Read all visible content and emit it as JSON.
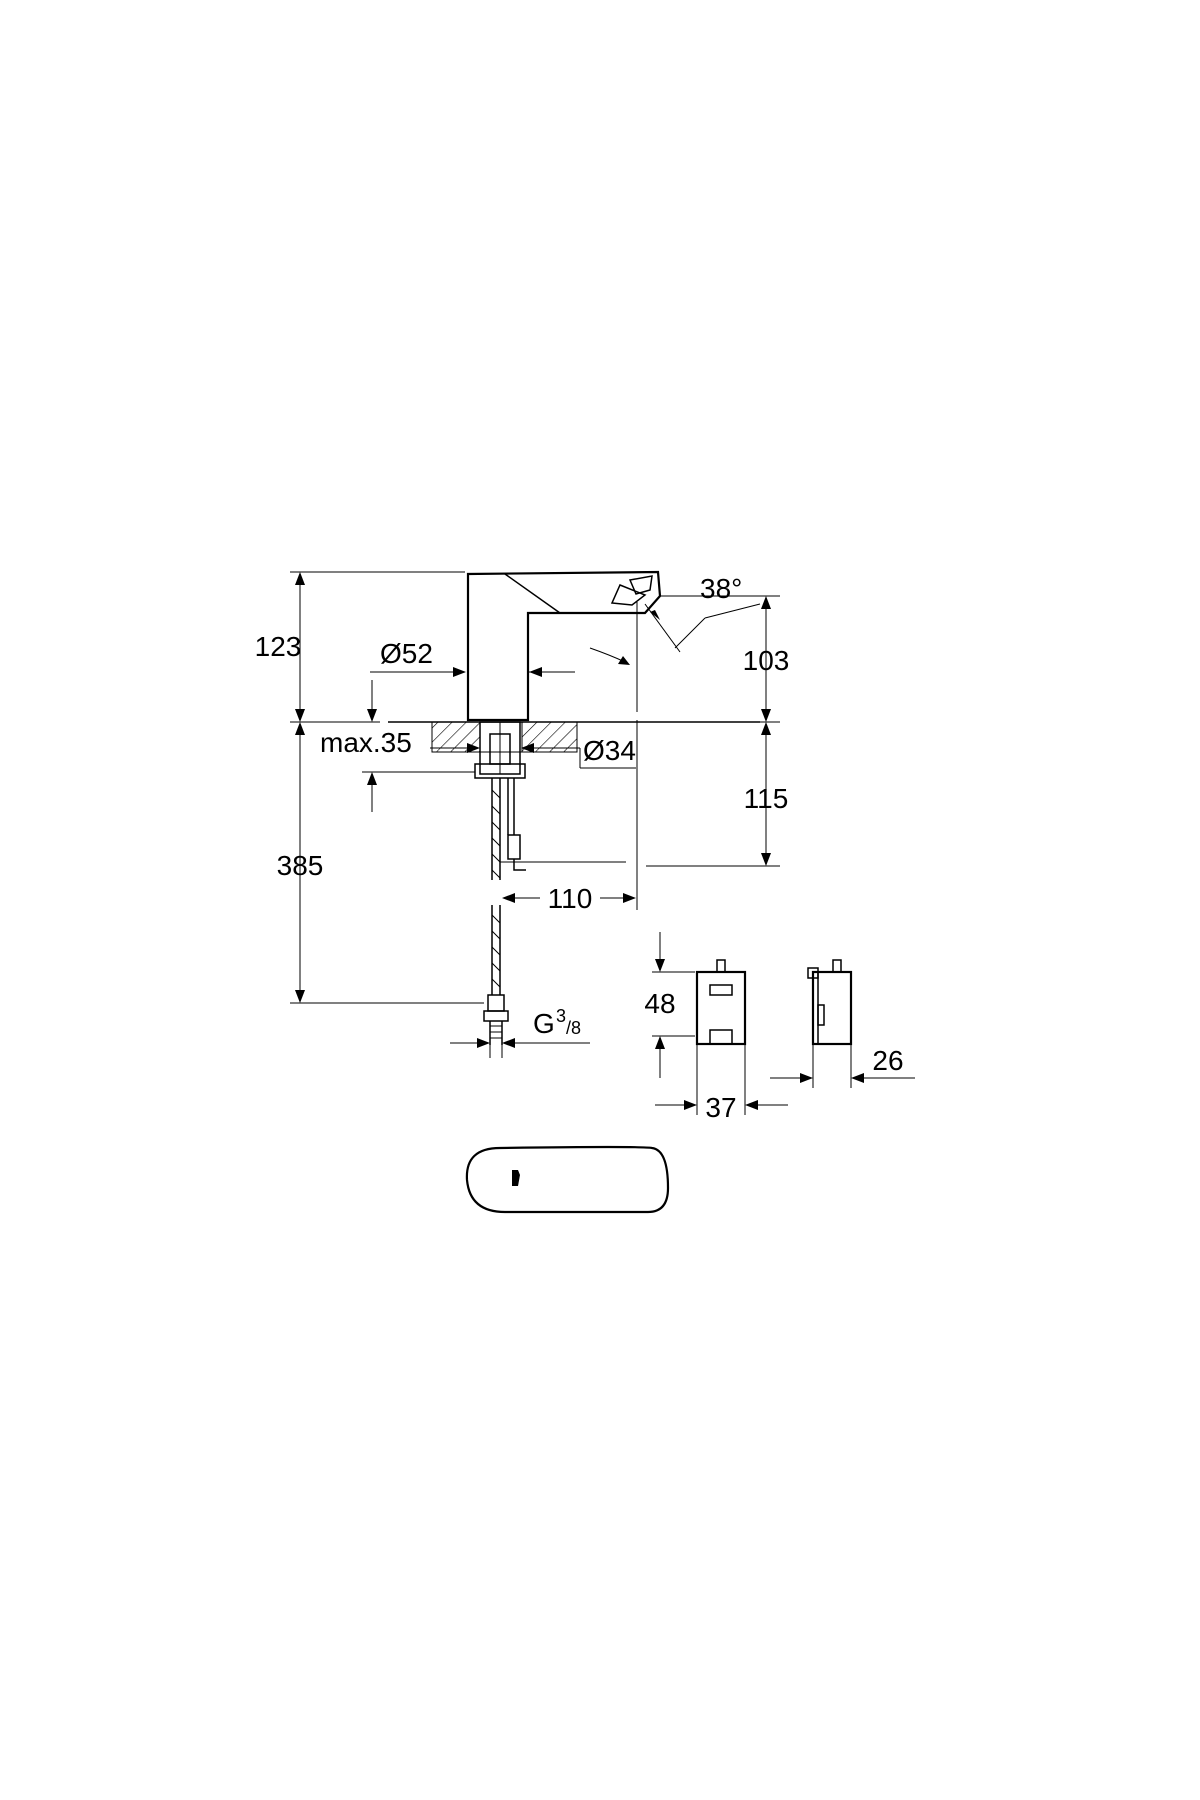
{
  "drawing": {
    "dimensions": {
      "height_total_top": "123",
      "body_diameter": "Ø52",
      "spout_angle": "38°",
      "spout_height": "103",
      "max_deck_thickness": "max.35",
      "hole_diameter": "Ø34",
      "below_deck_115": "115",
      "total_385": "385",
      "projection_110": "110",
      "thread_g": "G",
      "thread_sup": "3",
      "thread_sub": "/8",
      "box_height": "48",
      "box_width": "37",
      "box_depth": "26"
    }
  }
}
